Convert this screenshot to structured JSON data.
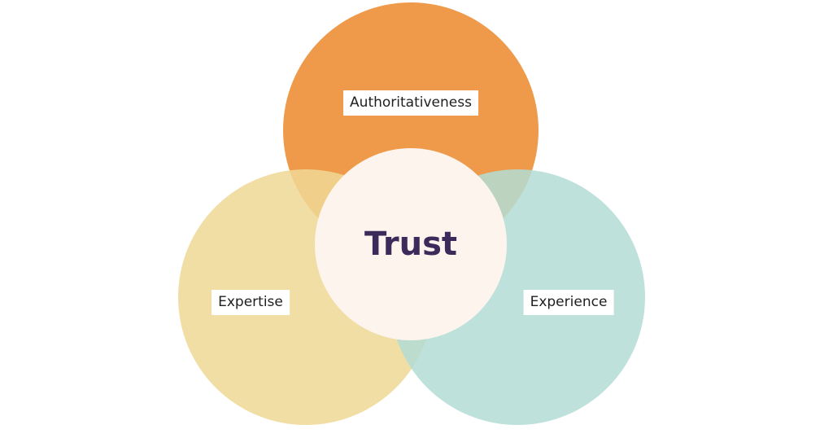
{
  "diagram": {
    "center": {
      "label": "Trust",
      "fill": "#fdf4ee",
      "text_color": "#3b2a5a"
    },
    "circles": [
      {
        "id": "authoritativeness",
        "label": "Authoritativeness",
        "color": "#ef9a4a"
      },
      {
        "id": "expertise",
        "label": "Expertise",
        "color": "#efd895"
      },
      {
        "id": "experience",
        "label": "Experience",
        "color": "#b3ddd5"
      }
    ]
  }
}
